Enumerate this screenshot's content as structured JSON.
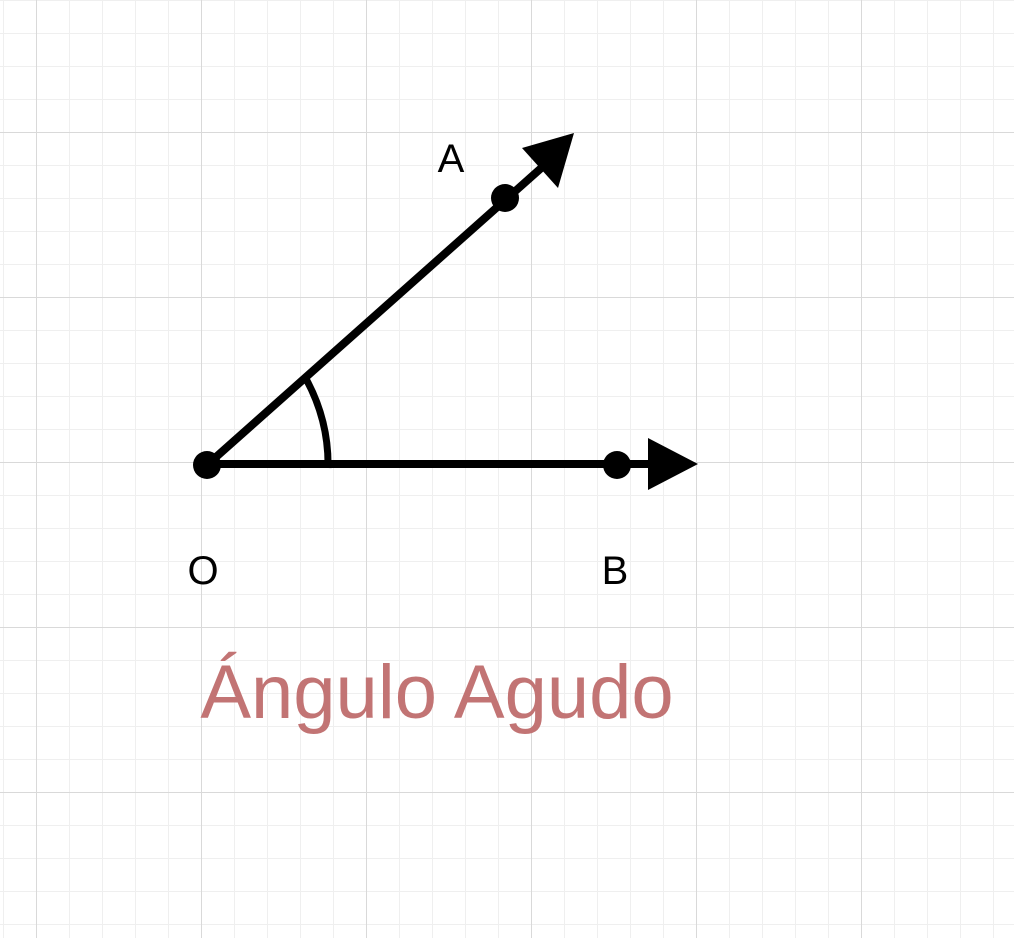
{
  "diagram": {
    "labels": {
      "A": "A",
      "O": "O",
      "B": "B"
    },
    "title": "Ángulo Agudo",
    "colors": {
      "stroke": "#000000",
      "title": "#c27474",
      "grid_major": "#d9d9d9",
      "grid_minor": "#efefef"
    }
  }
}
